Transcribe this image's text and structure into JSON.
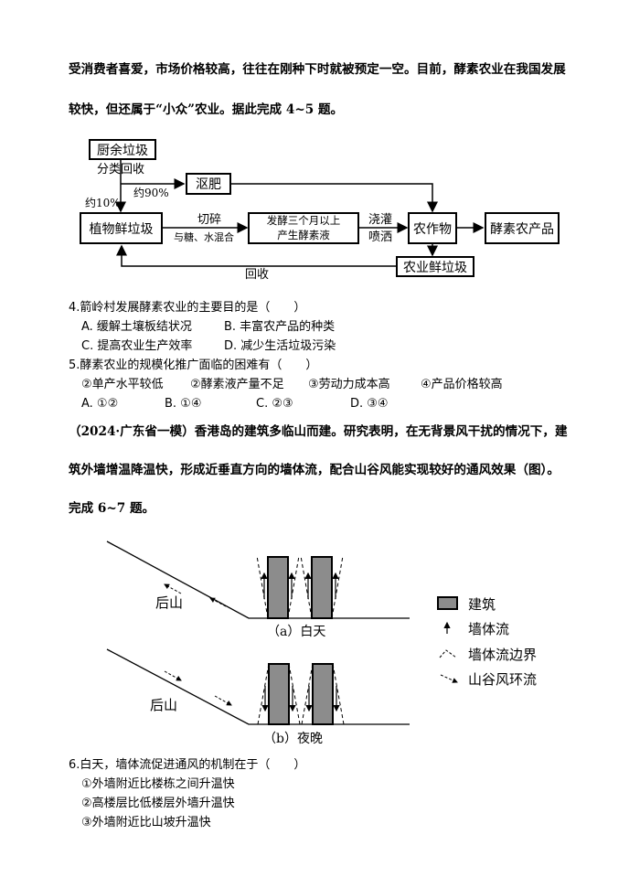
{
  "intro": {
    "line1": "受消费者喜爱，市场价格较高，往往在刚种下时就被预定一空。目前，酵素农业在我国发展",
    "line2": "较快，但还属于“小众”农业。据此完成 4~5 题。"
  },
  "flowchart": {
    "kitchen_waste": "厨余垃圾",
    "sort_recycle": "分类回收",
    "compost": "沤肥",
    "pct90": "约90%",
    "pct10": "约10%",
    "plant_waste": "植物鲜垃圾",
    "chop": "切碎",
    "mix": "与糖、水混合",
    "ferment_line1": "发酵三个月以上",
    "ferment_line2": "产生酵素液",
    "irrigate": "浇灌",
    "spray": "喷洒",
    "crops": "农作物",
    "enzyme_products": "酵素农产品",
    "agri_waste": "农业鲜垃圾",
    "recycle": "回收"
  },
  "q4": {
    "stem": "4.箭岭村发展酵素农业的主要目的是（　　）",
    "A": "A. 缓解土壤板结状况",
    "B": "B. 丰富农产品的种类",
    "C": "C. 提高农业生产效率",
    "D": "D. 减少生活垃圾污染"
  },
  "q5": {
    "stem": "5.酵素农业的规模化推广面临的困难有（　　）",
    "opt1": "②单产水平较低",
    "opt2": "②酵素液产量不足",
    "opt3": "③劳动力成本高",
    "opt4": "④产品价格较高",
    "A": "A. ①②",
    "B": "B. ①④",
    "C": "C. ②③",
    "D": "D. ③④"
  },
  "passage2": {
    "line1": "（2024·广东省一模）香港岛的建筑多临山而建。研究表明，在无背景风干扰的情况下，建",
    "line2": "筑外墙增温降温快，形成近垂直方向的墙体流，配合山谷风能实现较好的通风效果（图）。",
    "line3": "完成 6~7 题。"
  },
  "figure": {
    "mountain_a": "后山",
    "mountain_b": "后山",
    "caption_a": "（a）白天",
    "caption_b": "（b）夜晚",
    "legend": {
      "building": "建筑",
      "wall_flow": "墙体流",
      "wall_flow_boundary": "墙体流边界",
      "valley_wind": "山谷风环流"
    },
    "building_color": "#8c8c8c"
  },
  "q6": {
    "stem": "6.白天，墙体流促进通风的机制在于（　　）",
    "opt1": "①外墙附近比楼栋之间升温快",
    "opt2": "②高楼层比低楼层外墙升温快",
    "opt3": "③外墙附近比山坡升温快"
  }
}
